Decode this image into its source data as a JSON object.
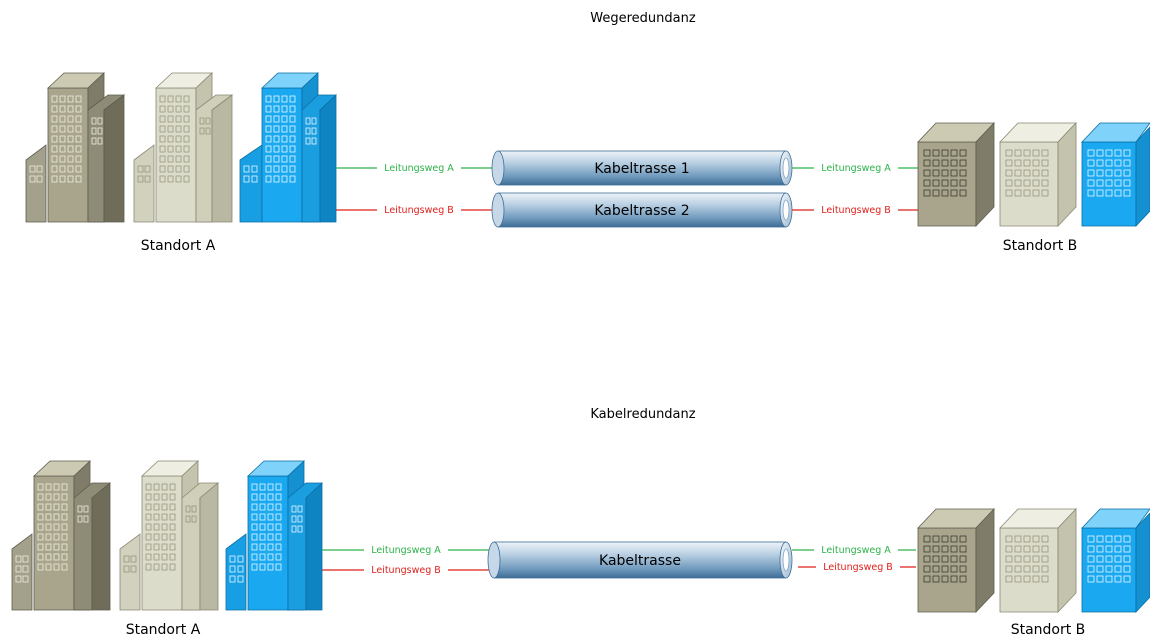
{
  "colors": {
    "green": "#2db34a",
    "red": "#e0201b",
    "cyan_building": "#1aa9f0",
    "gray_building": "#a9a58d",
    "light_building": "#dcdcca",
    "pipe_light": "#dfe9f1",
    "pipe_dark": "#4f7da4"
  },
  "icons": [
    "office-building-icon",
    "cable-tray-pipe-icon"
  ],
  "top": {
    "title": "Wegeredundanz",
    "site_a": "Standort A",
    "site_b": "Standort B",
    "tray_1": "Kabeltrasse 1",
    "tray_2": "Kabeltrasse 2",
    "path_a_left": "Leitungsweg A",
    "path_b_left": "Leitungsweg B",
    "path_a_right": "Leitungsweg A",
    "path_b_right": "Leitungsweg B"
  },
  "bottom": {
    "title": "Kabelredundanz",
    "site_a": "Standort A",
    "site_b": "Standort B",
    "tray": "Kabeltrasse",
    "path_a_left": "Leitungsweg A",
    "path_b_left": "Leitungsweg B",
    "path_a_right": "Leitungsweg A",
    "path_b_right": "Leitungsweg B"
  }
}
